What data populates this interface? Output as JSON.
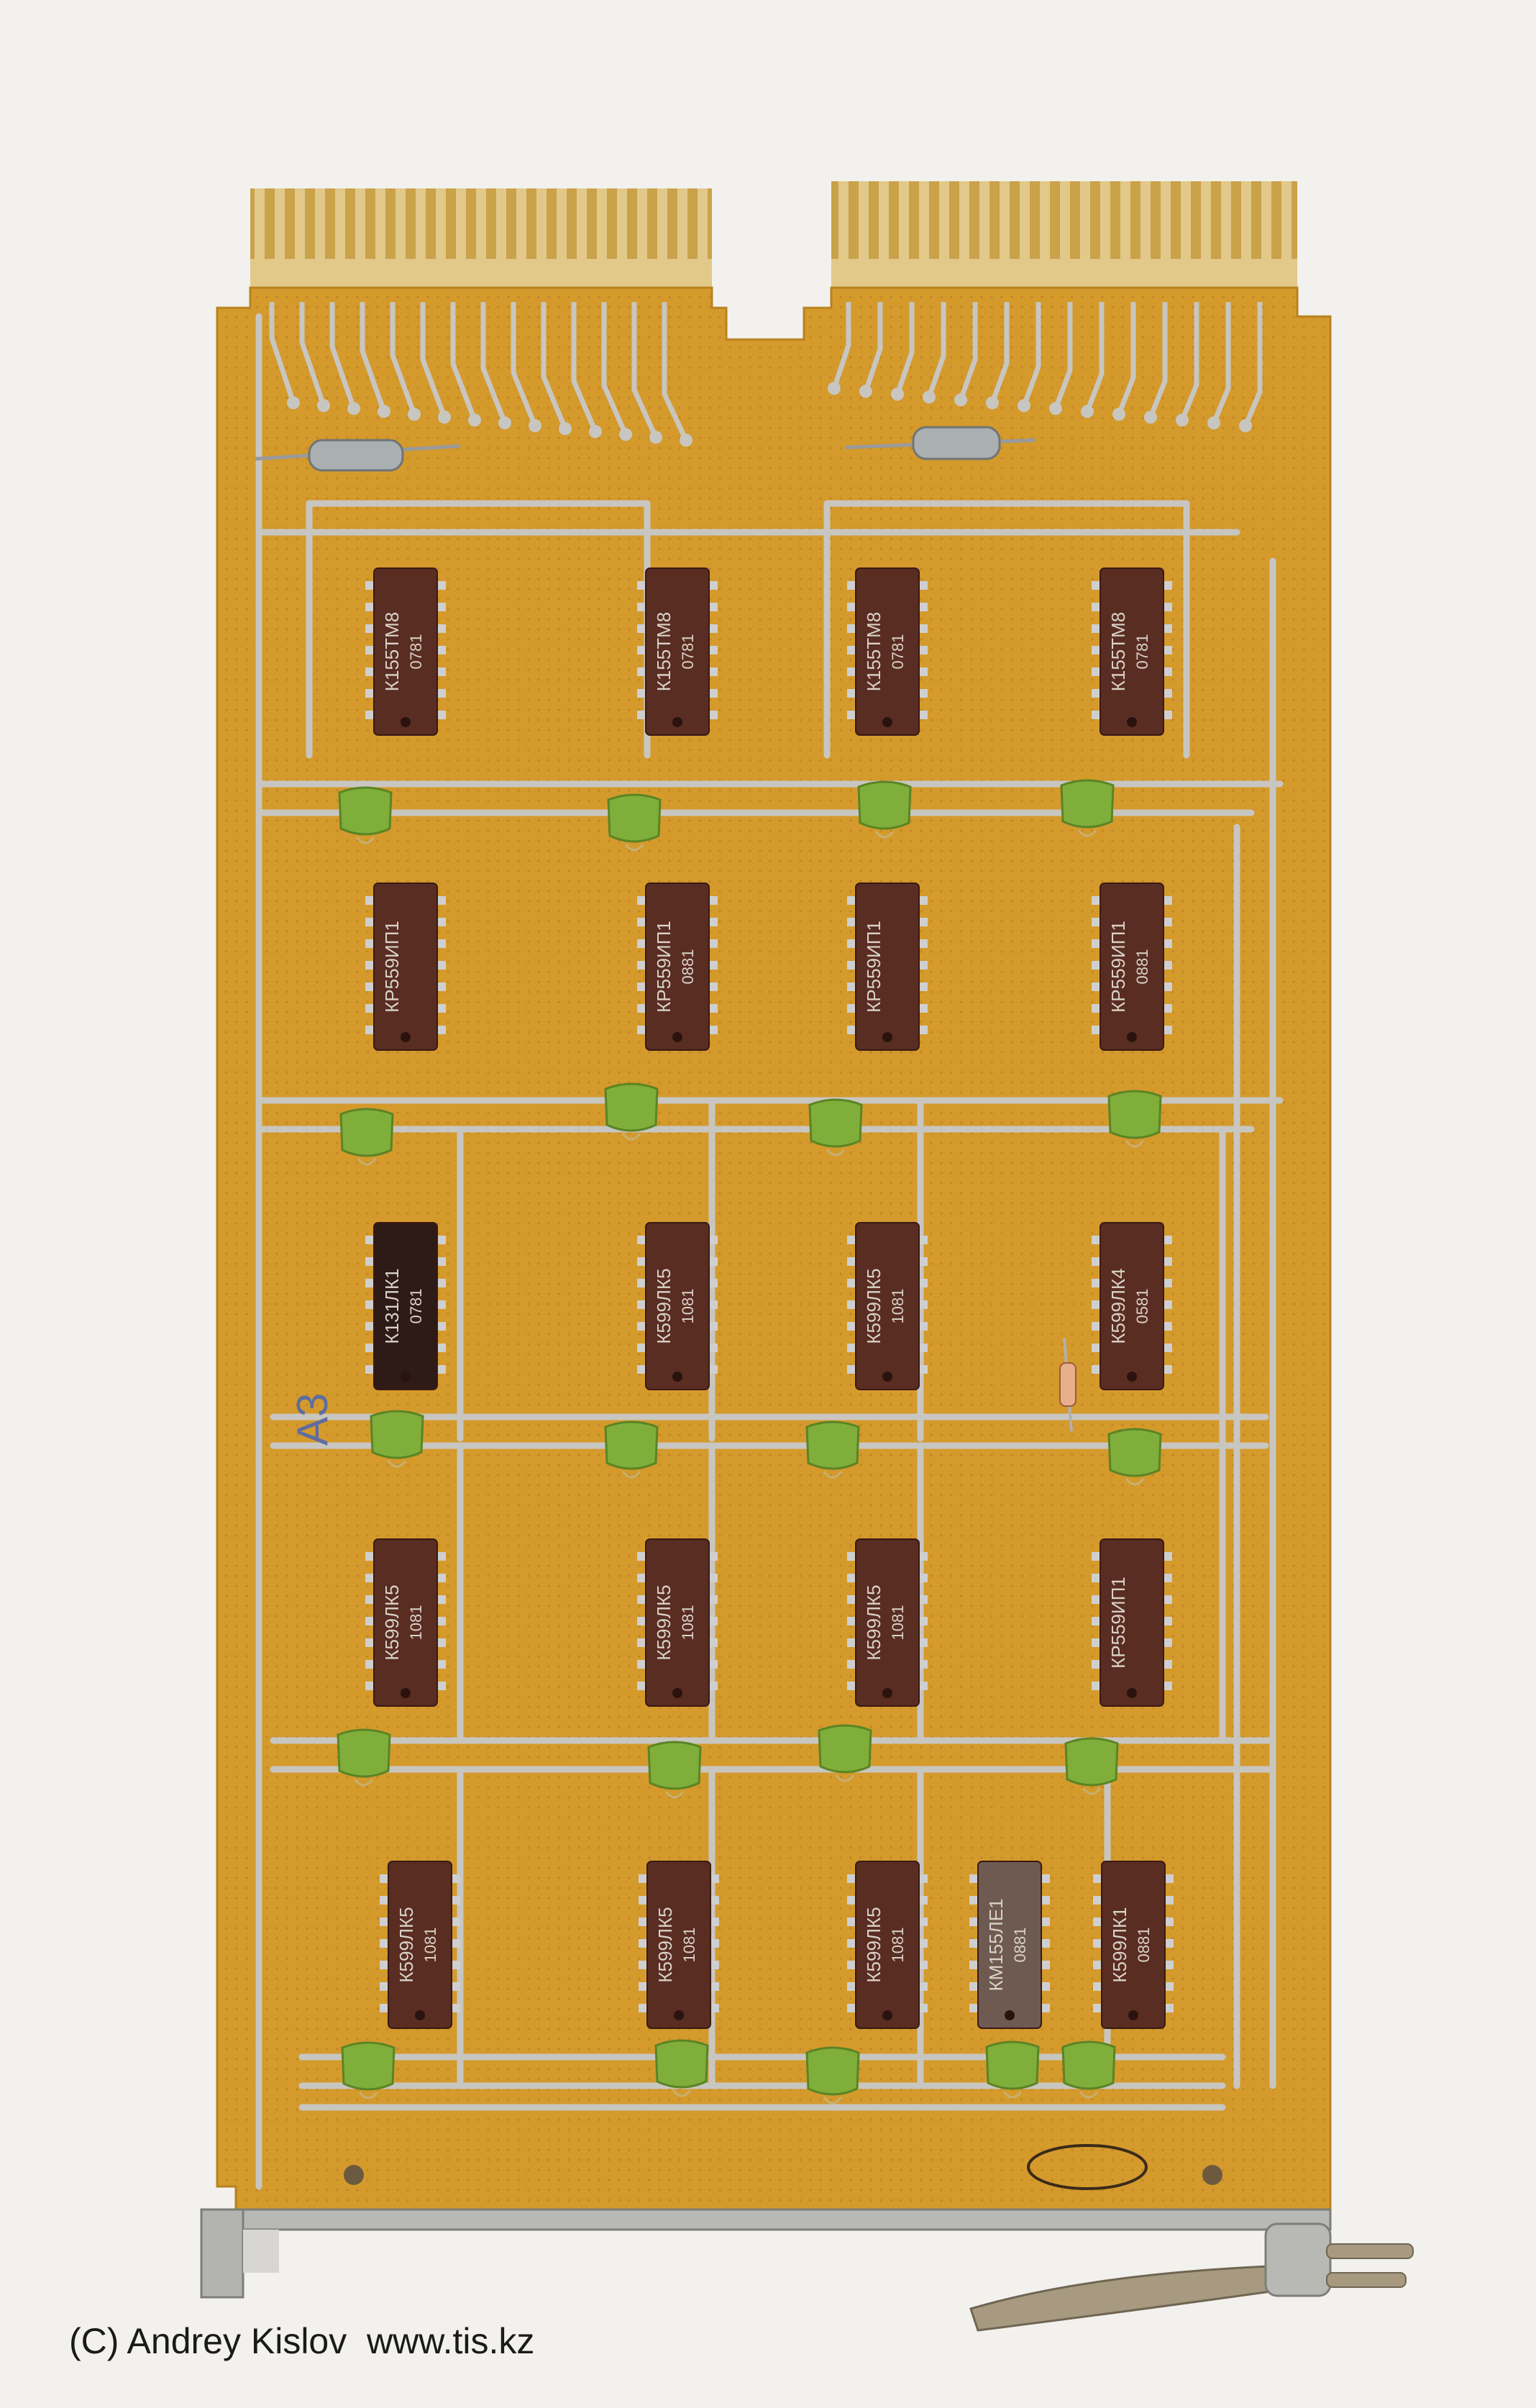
{
  "scene": {
    "board_color": "#d49a2c",
    "trace_color": "#c8c6c0",
    "chip_color": "#5a2d22",
    "cap_color": "#7fae3a",
    "contact_color": "#e2c98a",
    "background_color": "#f3f1ee"
  },
  "board_label": "A3",
  "ic_rows": [
    [
      "К155ТМ8",
      "К155ТМ8",
      "К155ТМ8",
      "К155ТМ8"
    ],
    [
      "КР559ИП1",
      "КР559ИП1",
      "КР559ИП1",
      "КР559ИП1"
    ],
    [
      "К131ЛК1",
      "К599ЛК5",
      "К599ЛК5",
      "К599ЛК4"
    ],
    [
      "К599ЛК5",
      "К599ЛК5",
      "К599ЛК5",
      "КР559ИП1"
    ],
    [
      "К599ЛК5",
      "К599ЛК5",
      "К599ЛК5",
      "КМ155ЛЕ1",
      "К599ЛК1"
    ]
  ],
  "date_codes": [
    [
      "0781",
      "0781",
      "0781",
      "0781"
    ],
    [
      "",
      "0881",
      "",
      "0881"
    ],
    [
      "0781",
      "1081",
      "1081",
      "0581"
    ],
    [
      "1081",
      "1081",
      "1081",
      ""
    ],
    [
      "1081",
      "1081",
      "1081",
      "0881",
      "0881"
    ]
  ],
  "caption": "(C) Andrey Kislov  www.tis.kz"
}
